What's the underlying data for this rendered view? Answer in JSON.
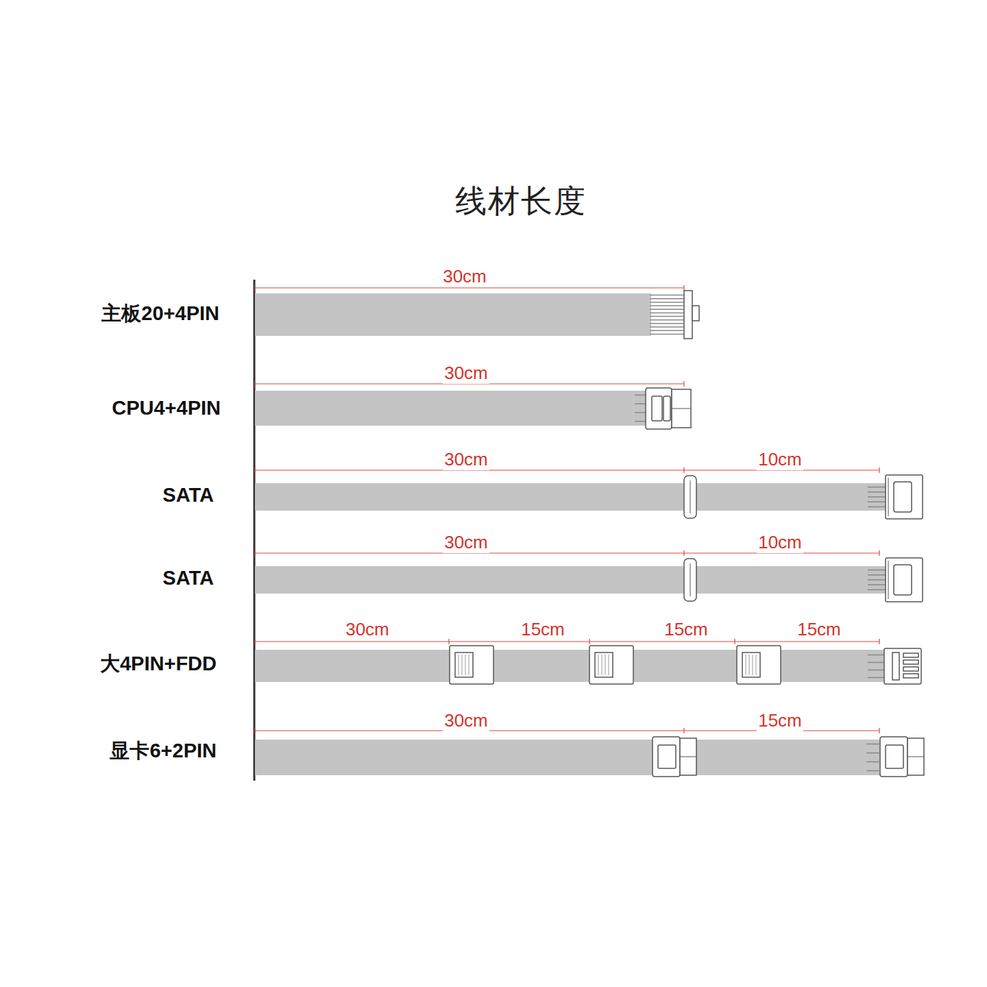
{
  "diagram": {
    "title": "线材长度",
    "labels": [
      "30cm",
      "主板20+4PIN",
      "30cm",
      "CPU4+4PIN",
      "30cm",
      "10cm",
      "SATA",
      "30cm",
      "10cm",
      "SATA",
      "30cm",
      "15cm",
      "15cm",
      "15cm",
      "大4PIN+FDD",
      "30cm",
      "15cm",
      "显卡6+2PIN"
    ]
  }
}
